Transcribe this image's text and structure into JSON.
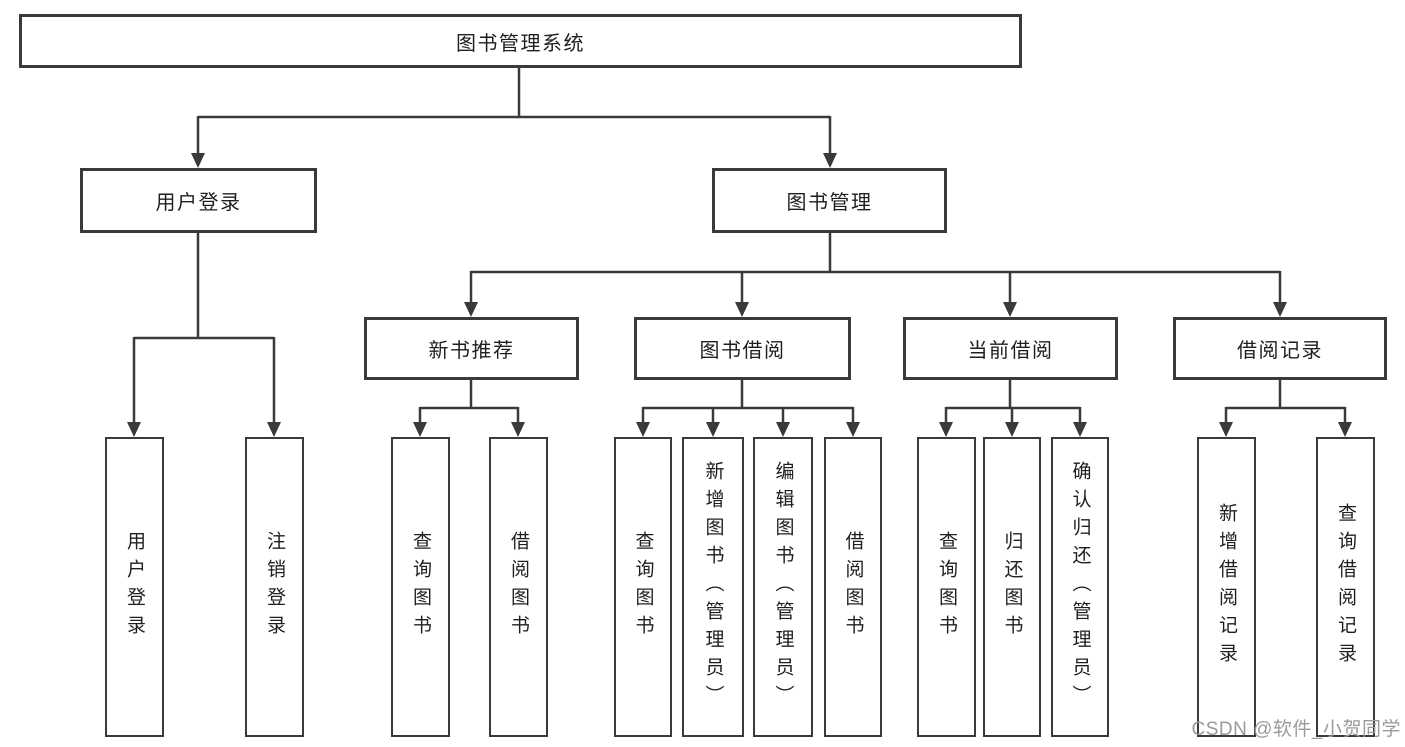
{
  "diagram": {
    "type": "hierarchy-tree",
    "tree": {
      "label": "图书管理系统",
      "children": [
        {
          "label": "用户登录",
          "children": [
            {
              "label": "用户登录"
            },
            {
              "label": "注销登录"
            }
          ]
        },
        {
          "label": "图书管理",
          "children": [
            {
              "label": "新书推荐",
              "children": [
                {
                  "label": "查询图书"
                },
                {
                  "label": "借阅图书"
                }
              ]
            },
            {
              "label": "图书借阅",
              "children": [
                {
                  "label": "查询图书"
                },
                {
                  "label": "新增图书（管理员）"
                },
                {
                  "label": "编辑图书（管理员）"
                },
                {
                  "label": "借阅图书"
                }
              ]
            },
            {
              "label": "当前借阅",
              "children": [
                {
                  "label": "查询图书"
                },
                {
                  "label": "归还图书"
                },
                {
                  "label": "确认归还（管理员）"
                }
              ]
            },
            {
              "label": "借阅记录",
              "children": [
                {
                  "label": "新增借阅记录"
                },
                {
                  "label": "查询借阅记录"
                }
              ]
            }
          ]
        }
      ]
    },
    "colors": {
      "line": "#3a3a3a",
      "box_border": "#3a3a3a",
      "text": "#1f1f1f",
      "background": "#ffffff",
      "watermark": "#9a9a9a"
    }
  },
  "watermark": {
    "text": "CSDN @软件_小贺同学"
  }
}
